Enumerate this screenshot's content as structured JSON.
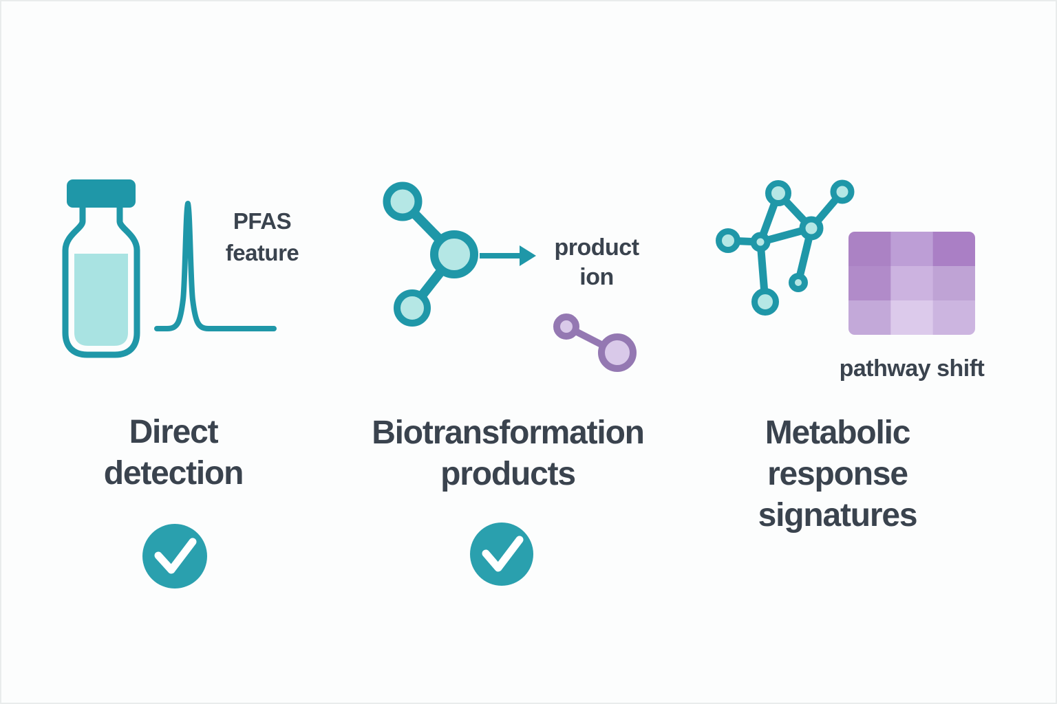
{
  "colors": {
    "bg": "#fcfdfd",
    "text": "#3a434e",
    "teal": "#1f97a8",
    "teal_fill": "#b5e7e5",
    "liquid": "#a9e3e2",
    "check": "#2aa0ae",
    "check_mark": "#ffffff",
    "purple": "#9478b2",
    "purple_fill": "#d9c9e9"
  },
  "columns": [
    {
      "id": "direct-detection",
      "icon": "vial-with-chromatogram-peak",
      "label": "PFAS\nfeature",
      "title": "Direct\ndetection",
      "checked": true
    },
    {
      "id": "biotransformation-products",
      "icon": "fragmenting-molecule-arrow",
      "label": "product\nion",
      "title": "Biotransformation\nproducts",
      "checked": true
    },
    {
      "id": "metabolic-response-signatures",
      "icon": "network-and-heatmap",
      "label": "pathway shift",
      "title": "Metabolic\nresponse\nsignatures",
      "checked": false
    }
  ],
  "heatmap": {
    "rows": 3,
    "cols": 3,
    "cells": [
      "#ab82c4",
      "#bd9ed6",
      "#aa7fc5",
      "#b18bc9",
      "#ccb3e0",
      "#bfa3d5",
      "#c3a9d9",
      "#dccaeb",
      "#ccb5e0"
    ]
  }
}
